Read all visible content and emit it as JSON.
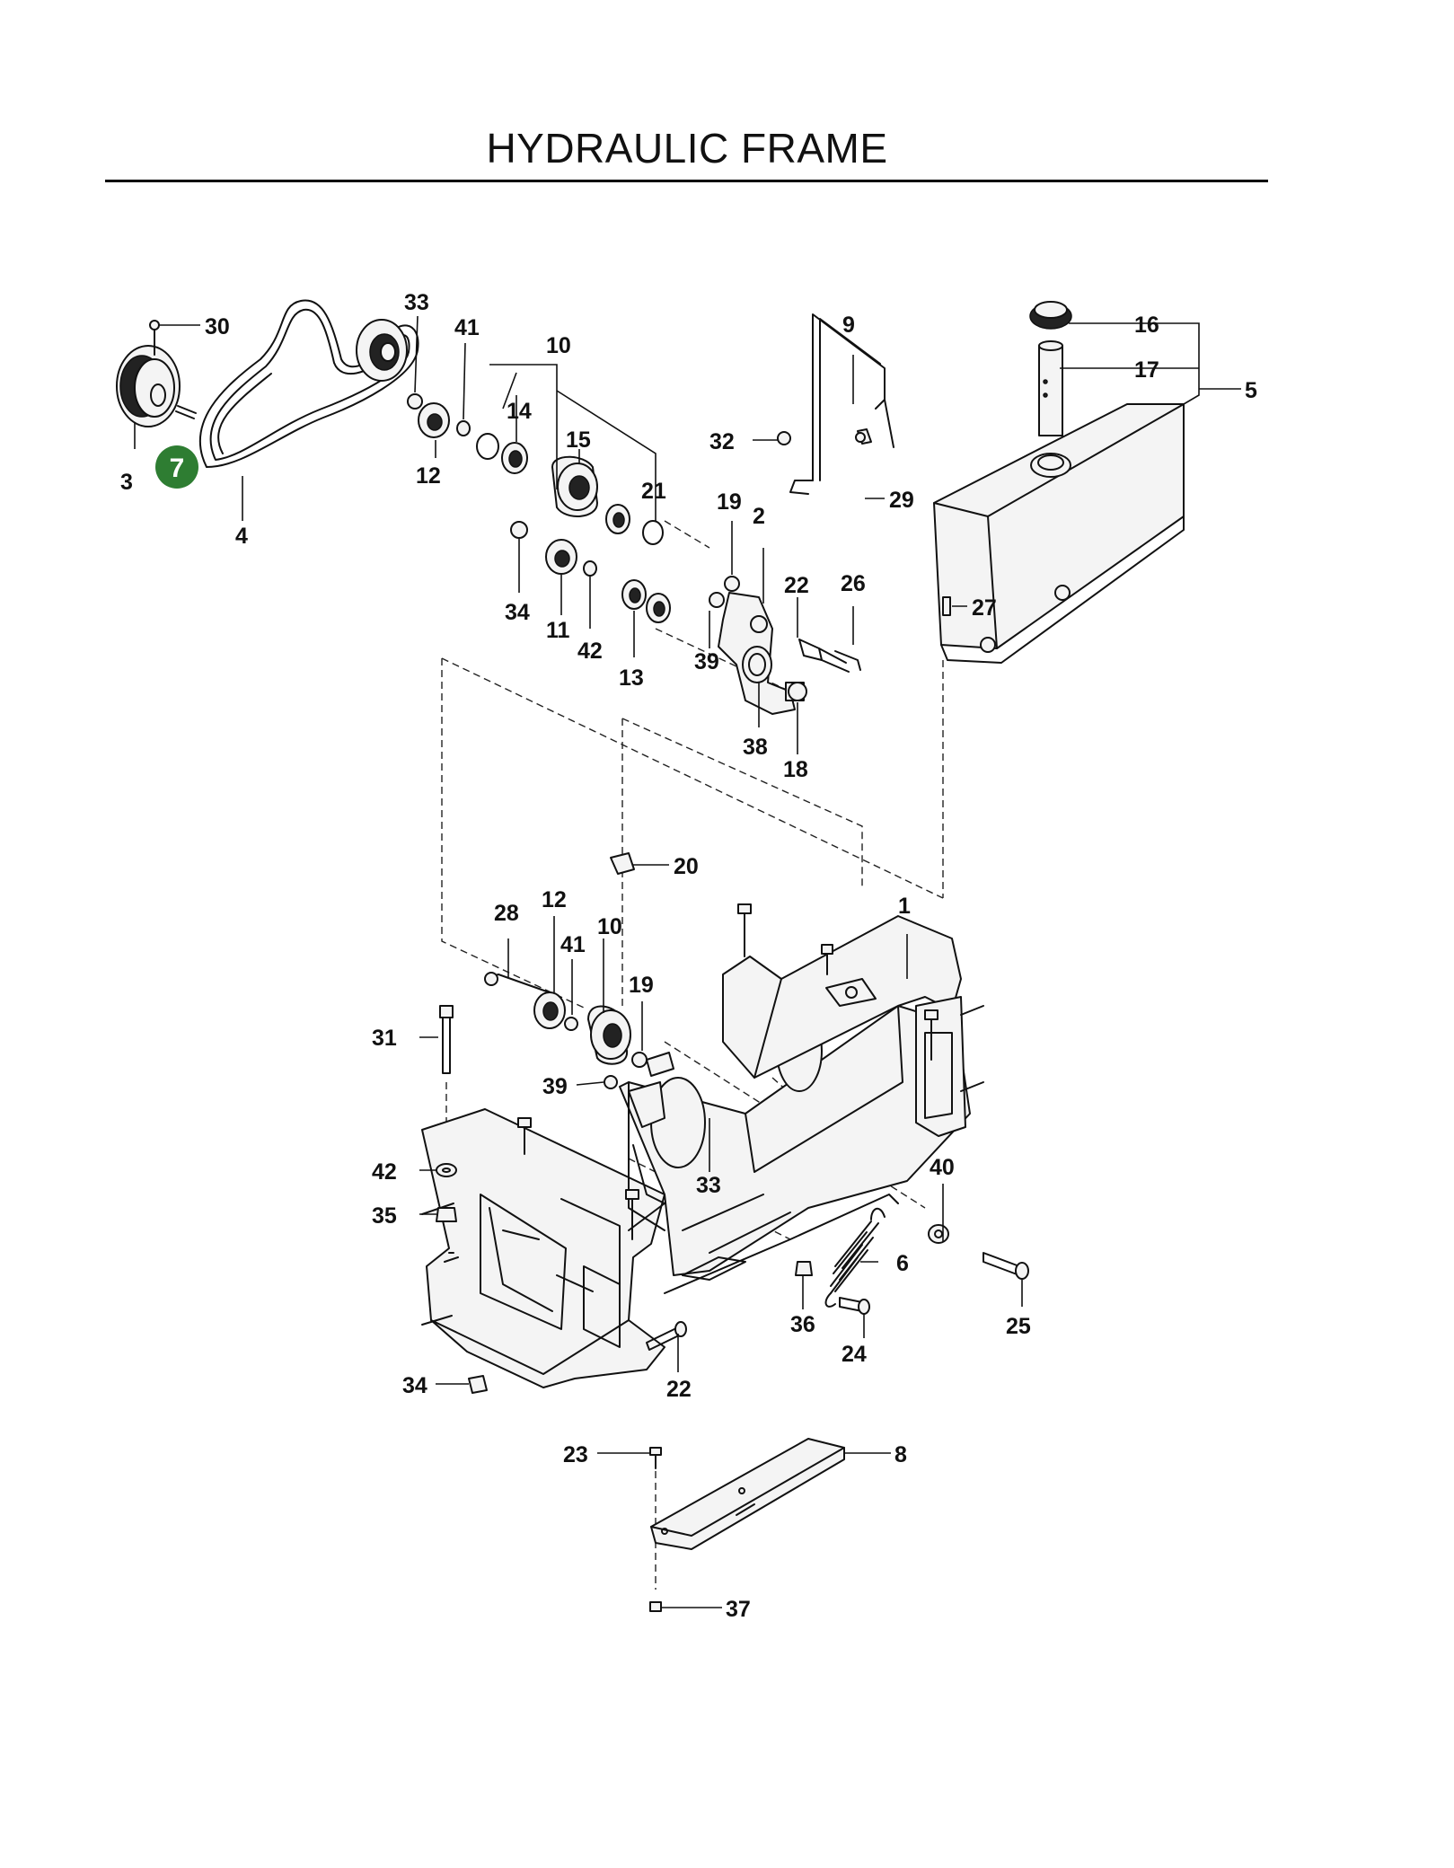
{
  "title": "HYDRAULIC FRAME",
  "highlight": {
    "part": "7",
    "color": "#2e7d32"
  },
  "labels": {
    "p1": "1",
    "p2": "2",
    "p3": "3",
    "p4": "4",
    "p5": "5",
    "p6": "6",
    "p8": "8",
    "p9": "9",
    "p10a": "10",
    "p10b": "10",
    "p11": "11",
    "p12a": "12",
    "p12b": "12",
    "p13": "13",
    "p14": "14",
    "p15": "15",
    "p16": "16",
    "p17": "17",
    "p18": "18",
    "p19a": "19",
    "p19b": "19",
    "p20": "20",
    "p21": "21",
    "p22a": "22",
    "p22b": "22",
    "p23": "23",
    "p24": "24",
    "p25": "25",
    "p26": "26",
    "p27": "27",
    "p28": "28",
    "p29": "29",
    "p30": "30",
    "p31": "31",
    "p32": "32",
    "p33a": "33",
    "p33b": "33",
    "p34a": "34",
    "p34b": "34",
    "p35": "35",
    "p36": "36",
    "p37": "37",
    "p38": "38",
    "p39a": "39",
    "p39b": "39",
    "p40": "40",
    "p41a": "41",
    "p41b": "41",
    "p42a": "42",
    "p42b": "42"
  }
}
